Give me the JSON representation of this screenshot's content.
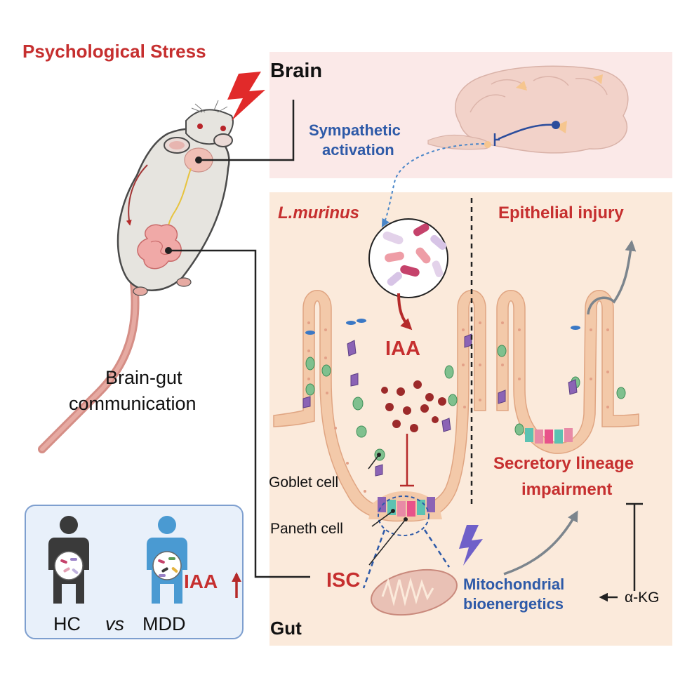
{
  "labels": {
    "stress": "Psychological Stress",
    "brain": "Brain",
    "sympathetic": [
      "Sympathetic",
      "activation"
    ],
    "bacterium": "L.murinus",
    "epithelial_injury": "Epithelial injury",
    "iaa": "IAA",
    "brain_gut": [
      "Brain-gut",
      "communication"
    ],
    "goblet_cell": "Goblet cell",
    "paneth_cell": "Paneth cell",
    "isc": "ISC",
    "secretory": [
      "Secretory lineage",
      "impairment"
    ],
    "mito": [
      "Mitochondrial",
      "bioenergetics"
    ],
    "akg": "α-KG",
    "gut": "Gut",
    "clinical": {
      "hc": "HC",
      "vs": "vs",
      "mdd": "MDD",
      "iaa": "IAA"
    }
  },
  "colors": {
    "red_label": "#c62f2f",
    "blue_label": "#2e5aa8",
    "brain_panel": "#fbe9e8",
    "gut_panel": "#fbeadb",
    "clinical_panel": "#e8f0fa",
    "clinical_border": "#7e9fcf",
    "iaa_dot": "#9c2a2a"
  },
  "icons": {
    "stress": "lightning-bolt-icon",
    "mouse": "mouse-icon",
    "brain": "brain-icon",
    "bacteria": "bacteria-icon",
    "mitochondrion": "mitochondrion-icon",
    "healthy_person": "person-icon",
    "patient_person": "person-icon"
  }
}
